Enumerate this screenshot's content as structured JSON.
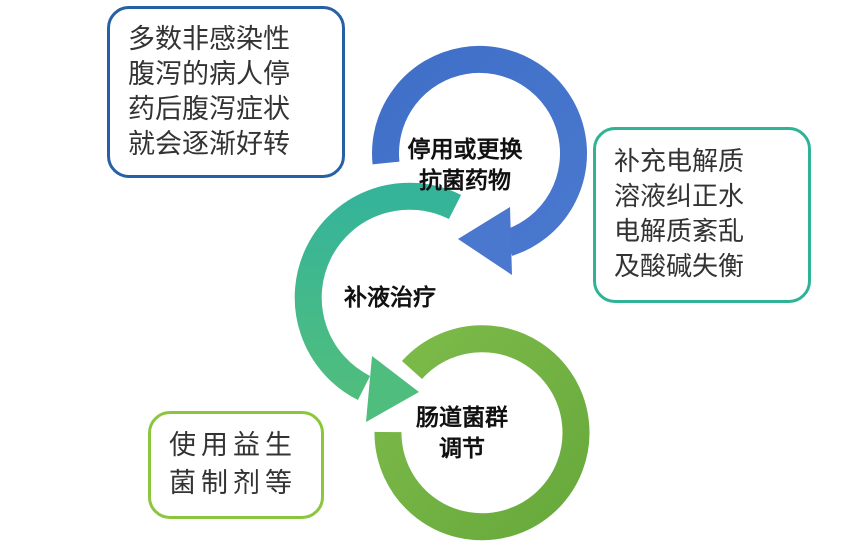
{
  "cycle_steps": [
    {
      "lines": [
        "停用或更换",
        "抗菌药物"
      ],
      "color": "#4472c4"
    },
    {
      "lines": [
        "补液治疗"
      ],
      "color": "#3fb68e"
    },
    {
      "lines": [
        "肠道菌群",
        "调节"
      ],
      "color": "#70ad47"
    }
  ],
  "callouts": {
    "top_left": {
      "lines": [
        "多数非感染性",
        "腹泻的病人停",
        "药后腹泻症状",
        "就会逐渐好转"
      ],
      "border_color": "#2660a6"
    },
    "right": {
      "lines": [
        "补充电解质",
        "溶液纠正水",
        "电解质紊乱",
        "及酸碱失衡"
      ],
      "border_color": "#2eb396"
    },
    "bottom_left": {
      "lines": [
        "使用益生",
        "菌制剂等"
      ],
      "border_color": "#8cc63f"
    }
  }
}
